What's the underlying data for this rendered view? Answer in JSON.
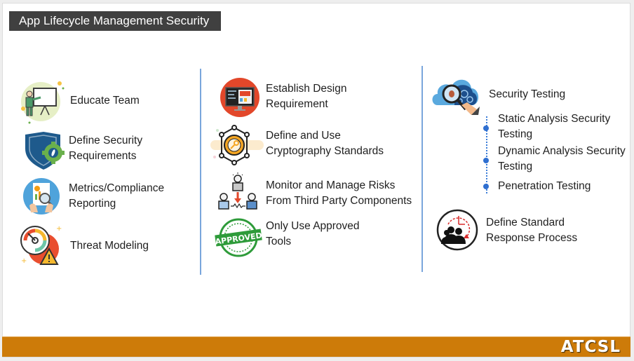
{
  "title": "App Lifecycle Management Security",
  "columns": [
    {
      "items": [
        {
          "label": "Educate Team",
          "icon": "presentation-teacher-icon"
        },
        {
          "label_lines": [
            "Define Security",
            "Requirements"
          ],
          "icon": "shield-gear-icon"
        },
        {
          "label_lines": [
            "Metrics/Compliance",
            "Reporting"
          ],
          "icon": "report-magnifier-icon"
        },
        {
          "label": "Threat Modeling",
          "icon": "gauge-warning-icon"
        }
      ]
    },
    {
      "items": [
        {
          "label_lines": [
            "Establish Design",
            "Requirement"
          ],
          "icon": "monitor-design-icon"
        },
        {
          "label_lines": [
            "Define and Use",
            "Cryptography Standards"
          ],
          "icon": "crypto-key-network-icon"
        },
        {
          "label_lines": [
            "Monitor and Manage Risks",
            "From Third Party Components"
          ],
          "icon": "people-risk-icon"
        },
        {
          "label_lines": [
            "Only Use Approved",
            "Tools"
          ],
          "icon": "approved-stamp-icon",
          "stamp_text": "APPROVED"
        }
      ]
    },
    {
      "items": [
        {
          "label": "Security Testing",
          "icon": "cloud-magnifier-icon",
          "subitems": [
            {
              "label_lines": [
                "Static Analysis Security",
                "Testing"
              ]
            },
            {
              "label_lines": [
                "Dynamic Analysis Security",
                "Testing"
              ]
            },
            {
              "label": "Penetration Testing"
            }
          ]
        },
        {
          "label_lines": [
            "Define Standard",
            "Response Process"
          ],
          "icon": "team-clock-icon"
        }
      ]
    }
  ],
  "footer": {
    "brand": "ATCSL",
    "color": "#cd7b09"
  },
  "colors": {
    "title_bg": "#404040",
    "divider": "#7aa6dc",
    "timeline": "#2f6fd0"
  }
}
